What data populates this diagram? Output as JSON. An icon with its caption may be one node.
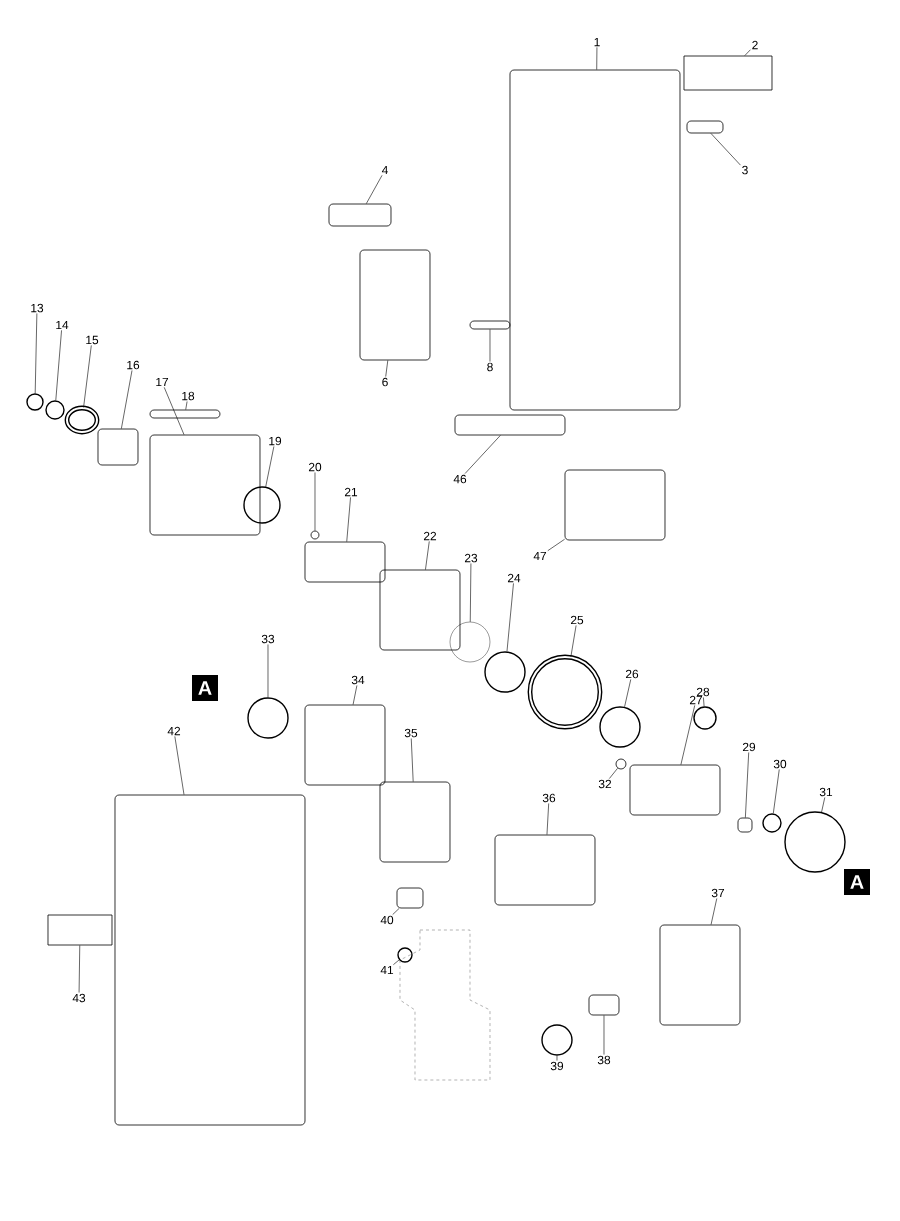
{
  "diagram": {
    "nodes": [
      {
        "text": [
          "1"
        ]
      },
      {
        "text": [
          "2"
        ]
      },
      {
        "text": [
          "3"
        ]
      },
      {
        "text": [
          "4"
        ]
      },
      {
        "text": [
          "6"
        ]
      },
      {
        "text": [
          "8"
        ]
      },
      {
        "text": [
          "13"
        ]
      },
      {
        "text": [
          "14"
        ]
      },
      {
        "text": [
          "15"
        ]
      },
      {
        "text": [
          "16"
        ]
      },
      {
        "text": [
          "17"
        ]
      },
      {
        "text": [
          "18"
        ]
      },
      {
        "text": [
          "19"
        ]
      },
      {
        "text": [
          "20"
        ]
      },
      {
        "text": [
          "21"
        ]
      },
      {
        "text": [
          "22"
        ]
      },
      {
        "text": [
          "23"
        ]
      },
      {
        "text": [
          "24"
        ]
      },
      {
        "text": [
          "25"
        ]
      },
      {
        "text": [
          "26"
        ]
      },
      {
        "text": [
          "27"
        ]
      },
      {
        "text": [
          "28"
        ]
      },
      {
        "text": [
          "29"
        ]
      },
      {
        "text": [
          "30"
        ]
      },
      {
        "text": [
          "31"
        ]
      },
      {
        "text": [
          "32"
        ]
      },
      {
        "text": [
          "33"
        ]
      },
      {
        "text": [
          "34"
        ]
      },
      {
        "text": [
          "35"
        ]
      },
      {
        "text": [
          "36"
        ]
      },
      {
        "text": [
          "37"
        ]
      },
      {
        "text": [
          "38"
        ]
      },
      {
        "text": [
          "39"
        ]
      },
      {
        "text": [
          "40"
        ]
      },
      {
        "text": [
          "41"
        ]
      },
      {
        "text": [
          "42"
        ]
      },
      {
        "text": [
          "43"
        ]
      },
      {
        "text": [
          "46"
        ]
      },
      {
        "text": [
          "47"
        ]
      },
      {
        "text": [],
        "shape": "box"
      },
      {
        "text": [],
        "shape": "box"
      },
      {
        "text": [],
        "shape": "box"
      },
      {
        "text": [],
        "shape": "box"
      },
      {
        "text": [],
        "shape": "box"
      },
      {
        "text": [],
        "shape": "box"
      },
      {
        "text": [],
        "shape": "circle"
      },
      {
        "text": [],
        "shape": "circle"
      },
      {
        "text": [],
        "shape": "ellipse"
      },
      {
        "text": [],
        "shape": "box"
      },
      {
        "text": [],
        "shape": "box"
      },
      {
        "text": [],
        "shape": "box"
      },
      {
        "text": [],
        "shape": "circle"
      },
      {
        "text": [],
        "shape": "circle"
      },
      {
        "text": [],
        "shape": "box"
      },
      {
        "text": [],
        "shape": "box"
      },
      {
        "text": [],
        "shape": "circle"
      },
      {
        "text": [],
        "shape": "circle"
      },
      {
        "text": [],
        "shape": "ellipse"
      },
      {
        "text": [],
        "shape": "circle"
      },
      {
        "text": [],
        "shape": "box"
      },
      {
        "text": [],
        "shape": "circle"
      },
      {
        "text": [],
        "shape": "box"
      },
      {
        "text": [],
        "shape": "circle"
      },
      {
        "text": [],
        "shape": "circle"
      },
      {
        "text": [],
        "shape": "circle"
      },
      {
        "text": [],
        "shape": "circle"
      },
      {
        "text": [],
        "shape": "box"
      },
      {
        "text": [],
        "shape": "box"
      },
      {
        "text": [],
        "shape": "box"
      },
      {
        "text": [],
        "shape": "box"
      },
      {
        "text": [],
        "shape": "box"
      },
      {
        "text": [],
        "shape": "circle"
      },
      {
        "text": [],
        "shape": "box"
      },
      {
        "text": [],
        "shape": "circle"
      },
      {
        "text": [],
        "shape": "box"
      },
      {
        "text": [],
        "shape": "box"
      },
      {
        "text": [],
        "shape": "box"
      },
      {
        "text": [],
        "shape": "box"
      }
    ],
    "edges": [
      {
        "from": 0,
        "to": 39,
        "arrow": "none"
      },
      {
        "from": 1,
        "to": 40,
        "arrow": "none"
      },
      {
        "from": 2,
        "to": 41,
        "arrow": "none"
      },
      {
        "from": 3,
        "to": 42,
        "arrow": "none"
      },
      {
        "from": 4,
        "to": 43,
        "arrow": "none"
      },
      {
        "from": 5,
        "to": 44,
        "arrow": "none"
      },
      {
        "from": 6,
        "to": 45,
        "arrow": "none"
      },
      {
        "from": 7,
        "to": 46,
        "arrow": "none"
      },
      {
        "from": 8,
        "to": 47,
        "arrow": "none"
      },
      {
        "from": 9,
        "to": 48,
        "arrow": "none"
      },
      {
        "from": 10,
        "to": 49,
        "arrow": "none"
      },
      {
        "from": 11,
        "to": 50,
        "arrow": "none"
      },
      {
        "from": 12,
        "to": 51,
        "arrow": "none"
      },
      {
        "from": 13,
        "to": 52,
        "arrow": "none"
      },
      {
        "from": 14,
        "to": 53,
        "arrow": "none"
      },
      {
        "from": 15,
        "to": 54,
        "arrow": "none"
      },
      {
        "from": 16,
        "to": 55,
        "arrow": "none"
      },
      {
        "from": 17,
        "to": 56,
        "arrow": "none"
      },
      {
        "from": 18,
        "to": 57,
        "arrow": "none"
      },
      {
        "from": 19,
        "to": 58,
        "arrow": "none"
      },
      {
        "from": 20,
        "to": 59,
        "arrow": "none"
      },
      {
        "from": 21,
        "to": 60,
        "arrow": "none"
      },
      {
        "from": 22,
        "to": 61,
        "arrow": "none"
      },
      {
        "from": 23,
        "to": 62,
        "arrow": "none"
      },
      {
        "from": 24,
        "to": 63,
        "arrow": "none"
      },
      {
        "from": 25,
        "to": 64,
        "arrow": "none"
      },
      {
        "from": 26,
        "to": 65,
        "arrow": "none"
      },
      {
        "from": 27,
        "to": 66,
        "arrow": "none"
      },
      {
        "from": 28,
        "to": 67,
        "arrow": "none"
      },
      {
        "from": 29,
        "to": 68,
        "arrow": "none"
      },
      {
        "from": 30,
        "to": 69,
        "arrow": "none"
      },
      {
        "from": 31,
        "to": 70,
        "arrow": "none"
      },
      {
        "from": 32,
        "to": 71,
        "arrow": "none"
      },
      {
        "from": 33,
        "to": 72,
        "arrow": "none"
      },
      {
        "from": 34,
        "to": 73,
        "arrow": "none"
      },
      {
        "from": 35,
        "to": 74,
        "arrow": "none"
      },
      {
        "from": 36,
        "to": 75,
        "arrow": "none"
      },
      {
        "from": 37,
        "to": 76,
        "arrow": "none"
      },
      {
        "from": 38,
        "to": 77,
        "arrow": "none"
      }
    ],
    "labels": [
      "A",
      "A"
    ]
  }
}
